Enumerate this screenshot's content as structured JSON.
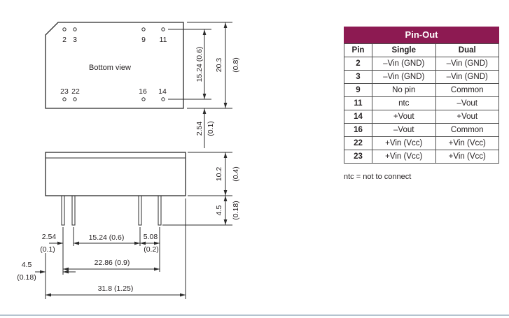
{
  "colors": {
    "accent": "#8d1a52",
    "line": "#2b2b2b",
    "footer_rule": "#b4c3cf"
  },
  "drawing": {
    "bottom_view": {
      "label": "Bottom view",
      "top_pins": [
        "2",
        "3",
        "9",
        "11"
      ],
      "bottom_pins": [
        "23",
        "22",
        "16",
        "14"
      ]
    },
    "dimensions": {
      "pin_row_spacing": "15.24 (0.6)",
      "body_width_mm": "20.3",
      "body_width_in": "(0.8)",
      "pin_edge_mm": "2.54",
      "pin_edge_in": "(0.1)",
      "body_height_mm": "10.2",
      "body_height_in": "(0.4)",
      "pin_length_mm": "4.5",
      "pin_length_in": "(0.18)",
      "pitch1_mm": "2.54",
      "pitch1_in": "(0.1)",
      "pitch2": "15.24 (0.6)",
      "pitch3_mm": "5.08",
      "pitch3_in": "(0.2)",
      "pin_span": "22.86 (0.9)",
      "edge_offset_mm": "4.5",
      "edge_offset_in": "(0.18)",
      "body_length": "31.8 (1.25)"
    }
  },
  "pinout": {
    "title": "Pin-Out",
    "headers": [
      "Pin",
      "Single",
      "Dual"
    ],
    "rows": [
      [
        "2",
        "–Vin (GND)",
        "–Vin (GND)"
      ],
      [
        "3",
        "–Vin (GND)",
        "–Vin (GND)"
      ],
      [
        "9",
        "No pin",
        "Common"
      ],
      [
        "11",
        "ntc",
        "–Vout"
      ],
      [
        "14",
        "+Vout",
        "+Vout"
      ],
      [
        "16",
        "–Vout",
        "Common"
      ],
      [
        "22",
        "+Vin (Vcc)",
        "+Vin (Vcc)"
      ],
      [
        "23",
        "+Vin (Vcc)",
        "+Vin (Vcc)"
      ]
    ],
    "note": "ntc = not to connect"
  }
}
